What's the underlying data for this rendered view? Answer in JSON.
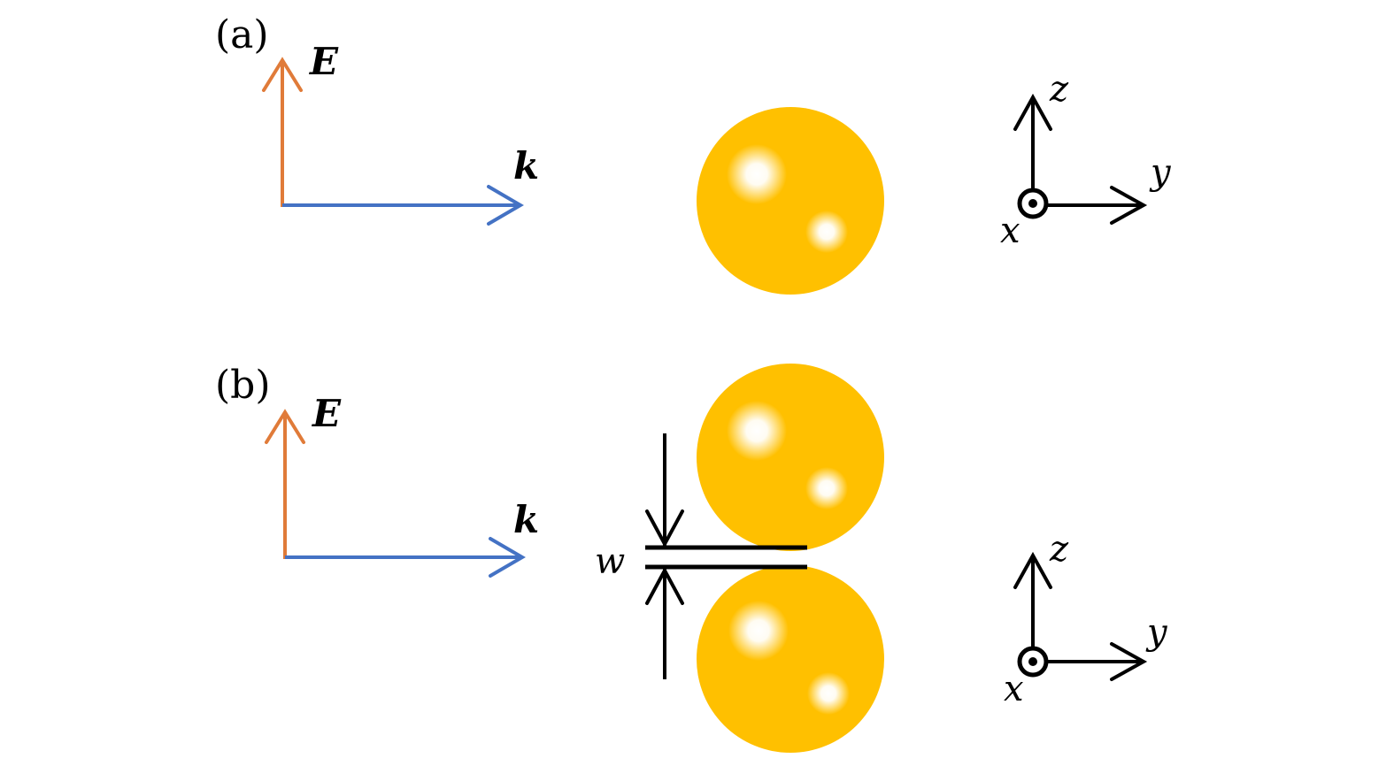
{
  "panels": [
    {
      "id": "a",
      "label": "(a)",
      "field_label": "E",
      "wave_label": "k",
      "axes": {
        "z": "z",
        "y": "y",
        "x": "x"
      }
    },
    {
      "id": "b",
      "label": "(b)",
      "field_label": "E",
      "wave_label": "k",
      "gap_label": "w",
      "axes": {
        "z": "z",
        "y": "y",
        "x": "x"
      }
    }
  ],
  "colors": {
    "field_vector": "#E07B39",
    "wave_vector": "#4472C4",
    "sphere": "#FFC000",
    "axes": "#000000"
  }
}
